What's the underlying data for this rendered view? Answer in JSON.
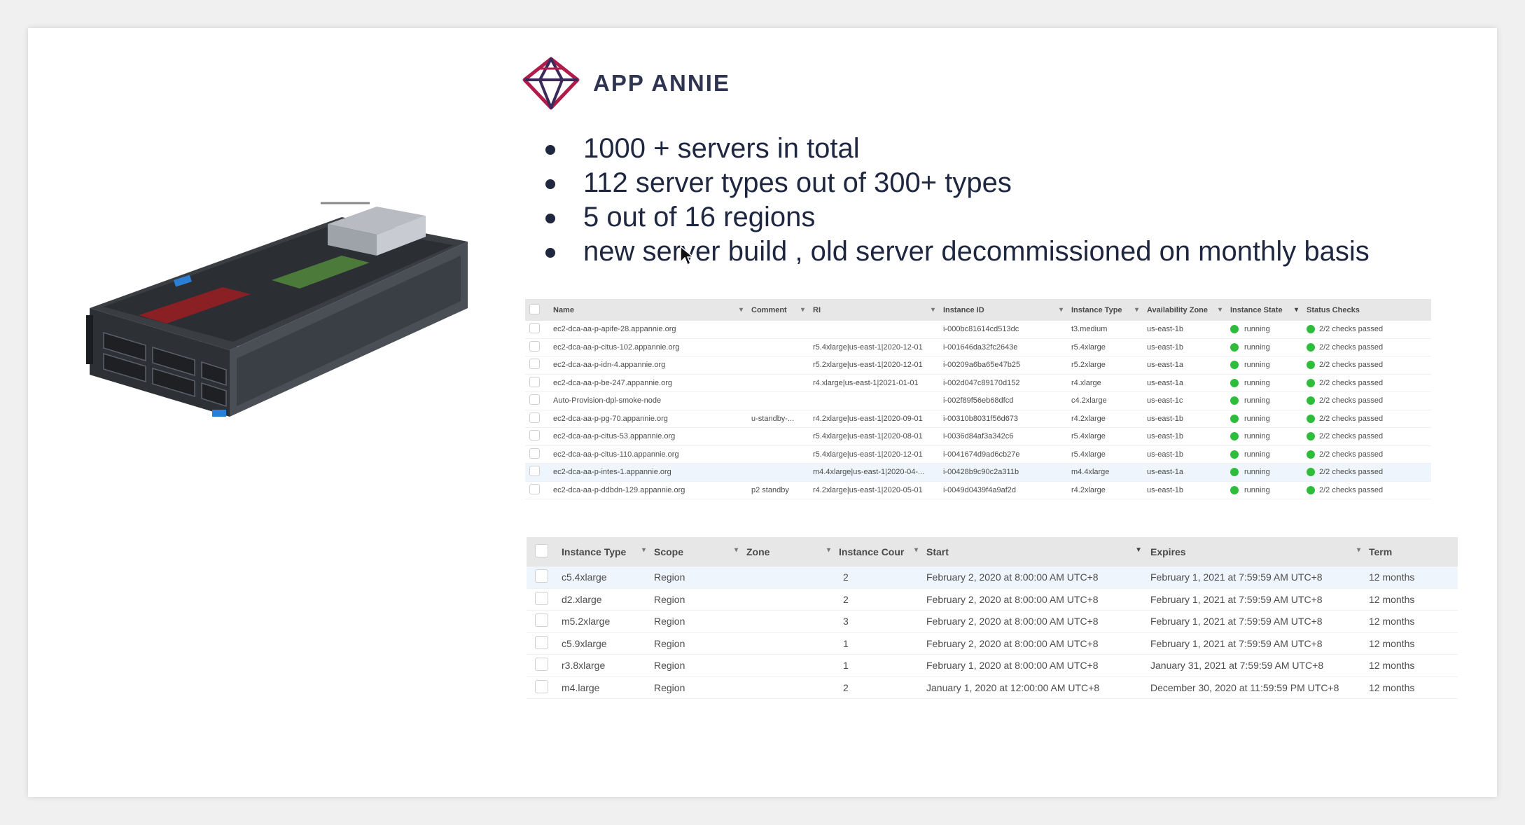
{
  "logo": {
    "text": "APP ANNIE",
    "color": "#b01c4a"
  },
  "bullets": [
    "1000 + servers in total",
    "112 server types out of 300+ types",
    "5 out of 16 regions",
    "new server build , old server decommissioned on monthly basis"
  ],
  "instances_table": {
    "headers": [
      "Name",
      "Comment",
      "RI",
      "Instance ID",
      "Instance Type",
      "Availability Zone",
      "Instance State",
      "Status Checks"
    ],
    "rows": [
      {
        "name": "ec2-dca-aa-p-apife-28.appannie.org",
        "comment": "",
        "ri": "",
        "id": "i-000bc81614cd513dc",
        "type": "t3.medium",
        "zone": "us-east-1b",
        "state": "running",
        "checks": "2/2 checks passed"
      },
      {
        "name": "ec2-dca-aa-p-citus-102.appannie.org",
        "comment": "",
        "ri": "r5.4xlarge|us-east-1|2020-12-01",
        "id": "i-001646da32fc2643e",
        "type": "r5.4xlarge",
        "zone": "us-east-1b",
        "state": "running",
        "checks": "2/2 checks passed"
      },
      {
        "name": "ec2-dca-aa-p-idn-4.appannie.org",
        "comment": "",
        "ri": "r5.2xlarge|us-east-1|2020-12-01",
        "id": "i-00209a6ba65e47b25",
        "type": "r5.2xlarge",
        "zone": "us-east-1a",
        "state": "running",
        "checks": "2/2 checks passed"
      },
      {
        "name": "ec2-dca-aa-p-be-247.appannie.org",
        "comment": "",
        "ri": "r4.xlarge|us-east-1|2021-01-01",
        "id": "i-002d047c89170d152",
        "type": "r4.xlarge",
        "zone": "us-east-1a",
        "state": "running",
        "checks": "2/2 checks passed"
      },
      {
        "name": "Auto-Provision-dpl-smoke-node",
        "comment": "",
        "ri": "",
        "id": "i-002f89f56eb68dfcd",
        "type": "c4.2xlarge",
        "zone": "us-east-1c",
        "state": "running",
        "checks": "2/2 checks passed"
      },
      {
        "name": "ec2-dca-aa-p-pg-70.appannie.org",
        "comment": "u-standby-...",
        "ri": "r4.2xlarge|us-east-1|2020-09-01",
        "id": "i-00310b8031f56d673",
        "type": "r4.2xlarge",
        "zone": "us-east-1b",
        "state": "running",
        "checks": "2/2 checks passed"
      },
      {
        "name": "ec2-dca-aa-p-citus-53.appannie.org",
        "comment": "",
        "ri": "r5.4xlarge|us-east-1|2020-08-01",
        "id": "i-0036d84af3a342c6",
        "type": "r5.4xlarge",
        "zone": "us-east-1b",
        "state": "running",
        "checks": "2/2 checks passed"
      },
      {
        "name": "ec2-dca-aa-p-citus-110.appannie.org",
        "comment": "",
        "ri": "r5.4xlarge|us-east-1|2020-12-01",
        "id": "i-0041674d9ad6cb27e",
        "type": "r5.4xlarge",
        "zone": "us-east-1b",
        "state": "running",
        "checks": "2/2 checks passed"
      },
      {
        "name": "ec2-dca-aa-p-intes-1.appannie.org",
        "comment": "",
        "ri": "m4.4xlarge|us-east-1|2020-04-...",
        "id": "i-00428b9c90c2a311b",
        "type": "m4.4xlarge",
        "zone": "us-east-1a",
        "state": "running",
        "checks": "2/2 checks passed",
        "highlight": true
      },
      {
        "name": "ec2-dca-aa-p-ddbdn-129.appannie.org",
        "comment": "p2 standby",
        "ri": "r4.2xlarge|us-east-1|2020-05-01",
        "id": "i-0049d0439f4a9af2d",
        "type": "r4.2xlarge",
        "zone": "us-east-1b",
        "state": "running",
        "checks": "2/2 checks passed"
      }
    ]
  },
  "reservations_table": {
    "headers": [
      "Instance Type",
      "Scope",
      "Zone",
      "Instance Cour",
      "Start",
      "Expires",
      "Term"
    ],
    "rows": [
      {
        "type": "c5.4xlarge",
        "scope": "Region",
        "zone": "",
        "count": "2",
        "start": "February 2, 2020 at 8:00:00 AM UTC+8",
        "expires": "February 1, 2021 at 7:59:59 AM UTC+8",
        "term": "12 months",
        "highlight": true
      },
      {
        "type": "d2.xlarge",
        "scope": "Region",
        "zone": "",
        "count": "2",
        "start": "February 2, 2020 at 8:00:00 AM UTC+8",
        "expires": "February 1, 2021 at 7:59:59 AM UTC+8",
        "term": "12 months"
      },
      {
        "type": "m5.2xlarge",
        "scope": "Region",
        "zone": "",
        "count": "3",
        "start": "February 2, 2020 at 8:00:00 AM UTC+8",
        "expires": "February 1, 2021 at 7:59:59 AM UTC+8",
        "term": "12 months"
      },
      {
        "type": "c5.9xlarge",
        "scope": "Region",
        "zone": "",
        "count": "1",
        "start": "February 2, 2020 at 8:00:00 AM UTC+8",
        "expires": "February 1, 2021 at 7:59:59 AM UTC+8",
        "term": "12 months"
      },
      {
        "type": "r3.8xlarge",
        "scope": "Region",
        "zone": "",
        "count": "1",
        "start": "February 1, 2020 at 8:00:00 AM UTC+8",
        "expires": "January 31, 2021 at 7:59:59 AM UTC+8",
        "term": "12 months"
      },
      {
        "type": "m4.large",
        "scope": "Region",
        "zone": "",
        "count": "2",
        "start": "January 1, 2020 at 12:00:00 AM UTC+8",
        "expires": "December 30, 2020 at 11:59:59 PM UTC+8",
        "term": "12 months"
      }
    ]
  },
  "colors": {
    "running": "#2ebd3a",
    "header_bg": "#e7e7e7",
    "row_highlight": "#eef5fc",
    "bullet_text": "#1f2740"
  }
}
